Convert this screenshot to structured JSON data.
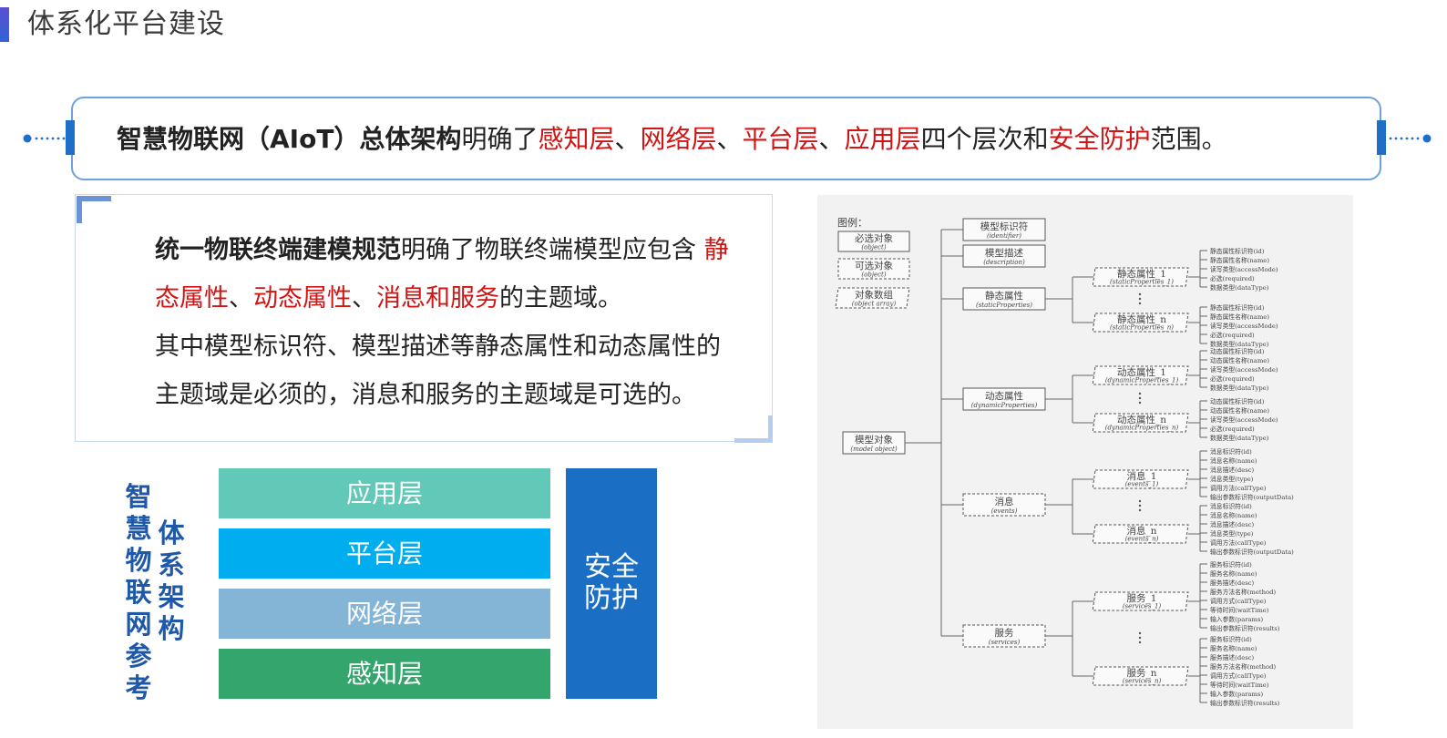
{
  "page_title": "体系化平台建设",
  "banner": {
    "term": "智慧物联网（AIoT）总体架构",
    "text1": "明确了",
    "layer1": "感知层",
    "sep1": "、",
    "layer2": "网络层",
    "sep2": "、",
    "layer3": "平台层",
    "sep3": "、",
    "layer4": "应用层",
    "text2": "四个层次和",
    "security": "安全防护",
    "text3": "范围。"
  },
  "card": {
    "term": "统一物联终端建模规范",
    "text1": "明确了物联终端模型应包含",
    "d1": "静态属性",
    "sep1": "、",
    "d2": "动态属性",
    "sep2": "、",
    "d3": "消息和服务",
    "text2": "的主题域。",
    "para2": "其中模型标识符、模型描述等静态属性和动态属性的主题域是必须的，消息和服务的主题域是可选的。"
  },
  "arch": {
    "vtitle1": "智慧物联网参考",
    "vtitle2": "体系架构",
    "layers": [
      "应用层",
      "平台层",
      "网络层",
      "感知层"
    ],
    "security": "安全防护",
    "colors": [
      "#62c8b7",
      "#00aeef",
      "#85b5d6",
      "#34a56d",
      "#1a6fc4"
    ]
  },
  "diagram": {
    "legend_title": "图例：",
    "legend": [
      {
        "cn": "必选对象",
        "en": "(object)"
      },
      {
        "cn": "可选对象",
        "en": "(object)"
      },
      {
        "cn": "对象数组",
        "en": "(object array)"
      }
    ],
    "root": {
      "cn": "模型对象",
      "en": "(model object)"
    },
    "nodes": [
      {
        "cn": "模型标识符",
        "en": "(identifier)"
      },
      {
        "cn": "模型描述",
        "en": "(description)"
      },
      {
        "cn": "静态属性",
        "en": "(staticProperties)"
      },
      {
        "cn": "动态属性",
        "en": "(dynamicProperties)"
      },
      {
        "cn": "消息",
        "en": "(events)"
      },
      {
        "cn": "服务",
        "en": "(services)"
      }
    ],
    "subnodes": [
      {
        "cn": "静态属性_1",
        "en": "(staticProperties_1)"
      },
      {
        "cn": "静态属性_n",
        "en": "(staticProperties_n)"
      },
      {
        "cn": "动态属性_1",
        "en": "(dynamicProperties_1)"
      },
      {
        "cn": "动态属性_n",
        "en": "(dynamicProperties_n)"
      },
      {
        "cn": "消息_1",
        "en": "(events_1)"
      },
      {
        "cn": "消息_n",
        "en": "(events_n)"
      },
      {
        "cn": "服务_1",
        "en": "(services_1)"
      },
      {
        "cn": "服务_n",
        "en": "(services_n)"
      }
    ],
    "leaves_static": [
      "静态属性标识符(id)",
      "静态属性名称(name)",
      "读写类型(accessMode)",
      "必选(required)",
      "数据类型(dataType)"
    ],
    "leaves_dynamic": [
      "动态属性标识符(id)",
      "动态属性名称(name)",
      "读写类型(accessMode)",
      "必选(required)",
      "数据类型(dataType)"
    ],
    "leaves_events": [
      "消息标识符(id)",
      "消息名称(name)",
      "消息描述(desc)",
      "消息类型(type)",
      "调用方法(callType)",
      "输出参数标识符(outputData)"
    ],
    "leaves_services": [
      "服务标识符(id)",
      "服务名称(name)",
      "服务描述(desc)",
      "服务方法名称(method)",
      "调用方式(callType)",
      "等待时间(waitTime)",
      "输入参数(params)",
      "输出参数标识符(results)"
    ]
  }
}
